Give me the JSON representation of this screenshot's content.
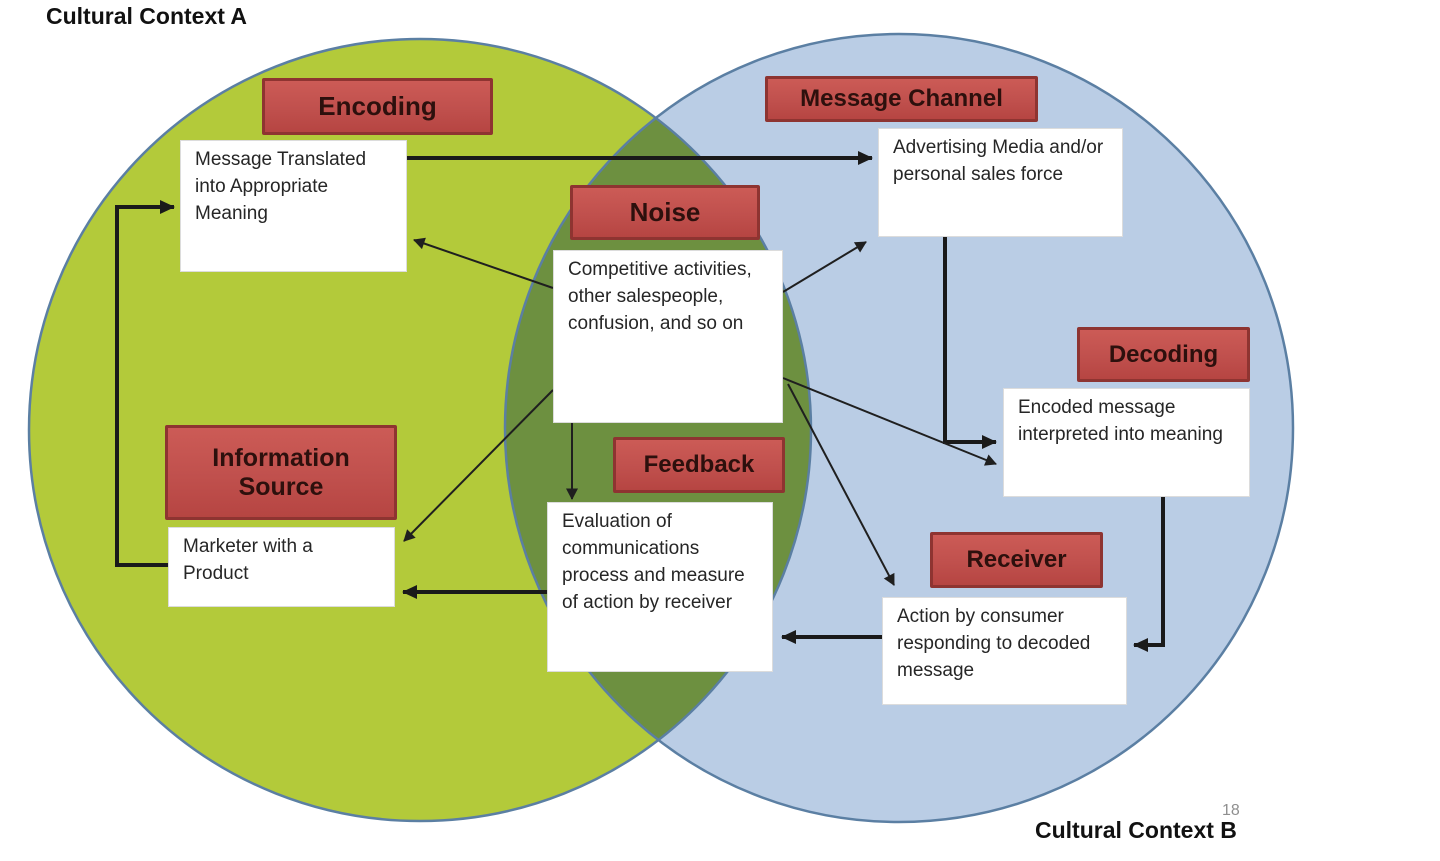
{
  "diagram": {
    "title_top_left": "Cultural Context A",
    "title_bottom_right": "Cultural Context B",
    "page_number": "18",
    "nodes": {
      "encoding": {
        "label": "Encoding",
        "description": "Message Translated into Appropriate Meaning"
      },
      "message_channel": {
        "label": "Message Channel",
        "description": "Advertising Media and/or personal sales force"
      },
      "noise": {
        "label": "Noise",
        "description": "Competitive activities, other salespeople, confusion, and so on"
      },
      "information_source": {
        "label": "Information Source",
        "description": "Marketer with a Product"
      },
      "feedback": {
        "label": "Feedback",
        "description": "Evaluation of communications process and measure of action by receiver"
      },
      "decoding": {
        "label": "Decoding",
        "description": "Encoded message interpreted into meaning"
      },
      "receiver": {
        "label": "Receiver",
        "description": "Action by consumer responding to decoded message"
      }
    },
    "colors": {
      "circle_a_fill": "#b3ca3a",
      "circle_b_fill": "#bacde5",
      "overlap_fill": "#6d9040",
      "circle_stroke": "#5b7fa3",
      "label_box_fill": "#c0504d",
      "label_box_border": "#8e3431",
      "label_text": "#2d100d",
      "arrow_color": "#1a1a1a"
    }
  }
}
